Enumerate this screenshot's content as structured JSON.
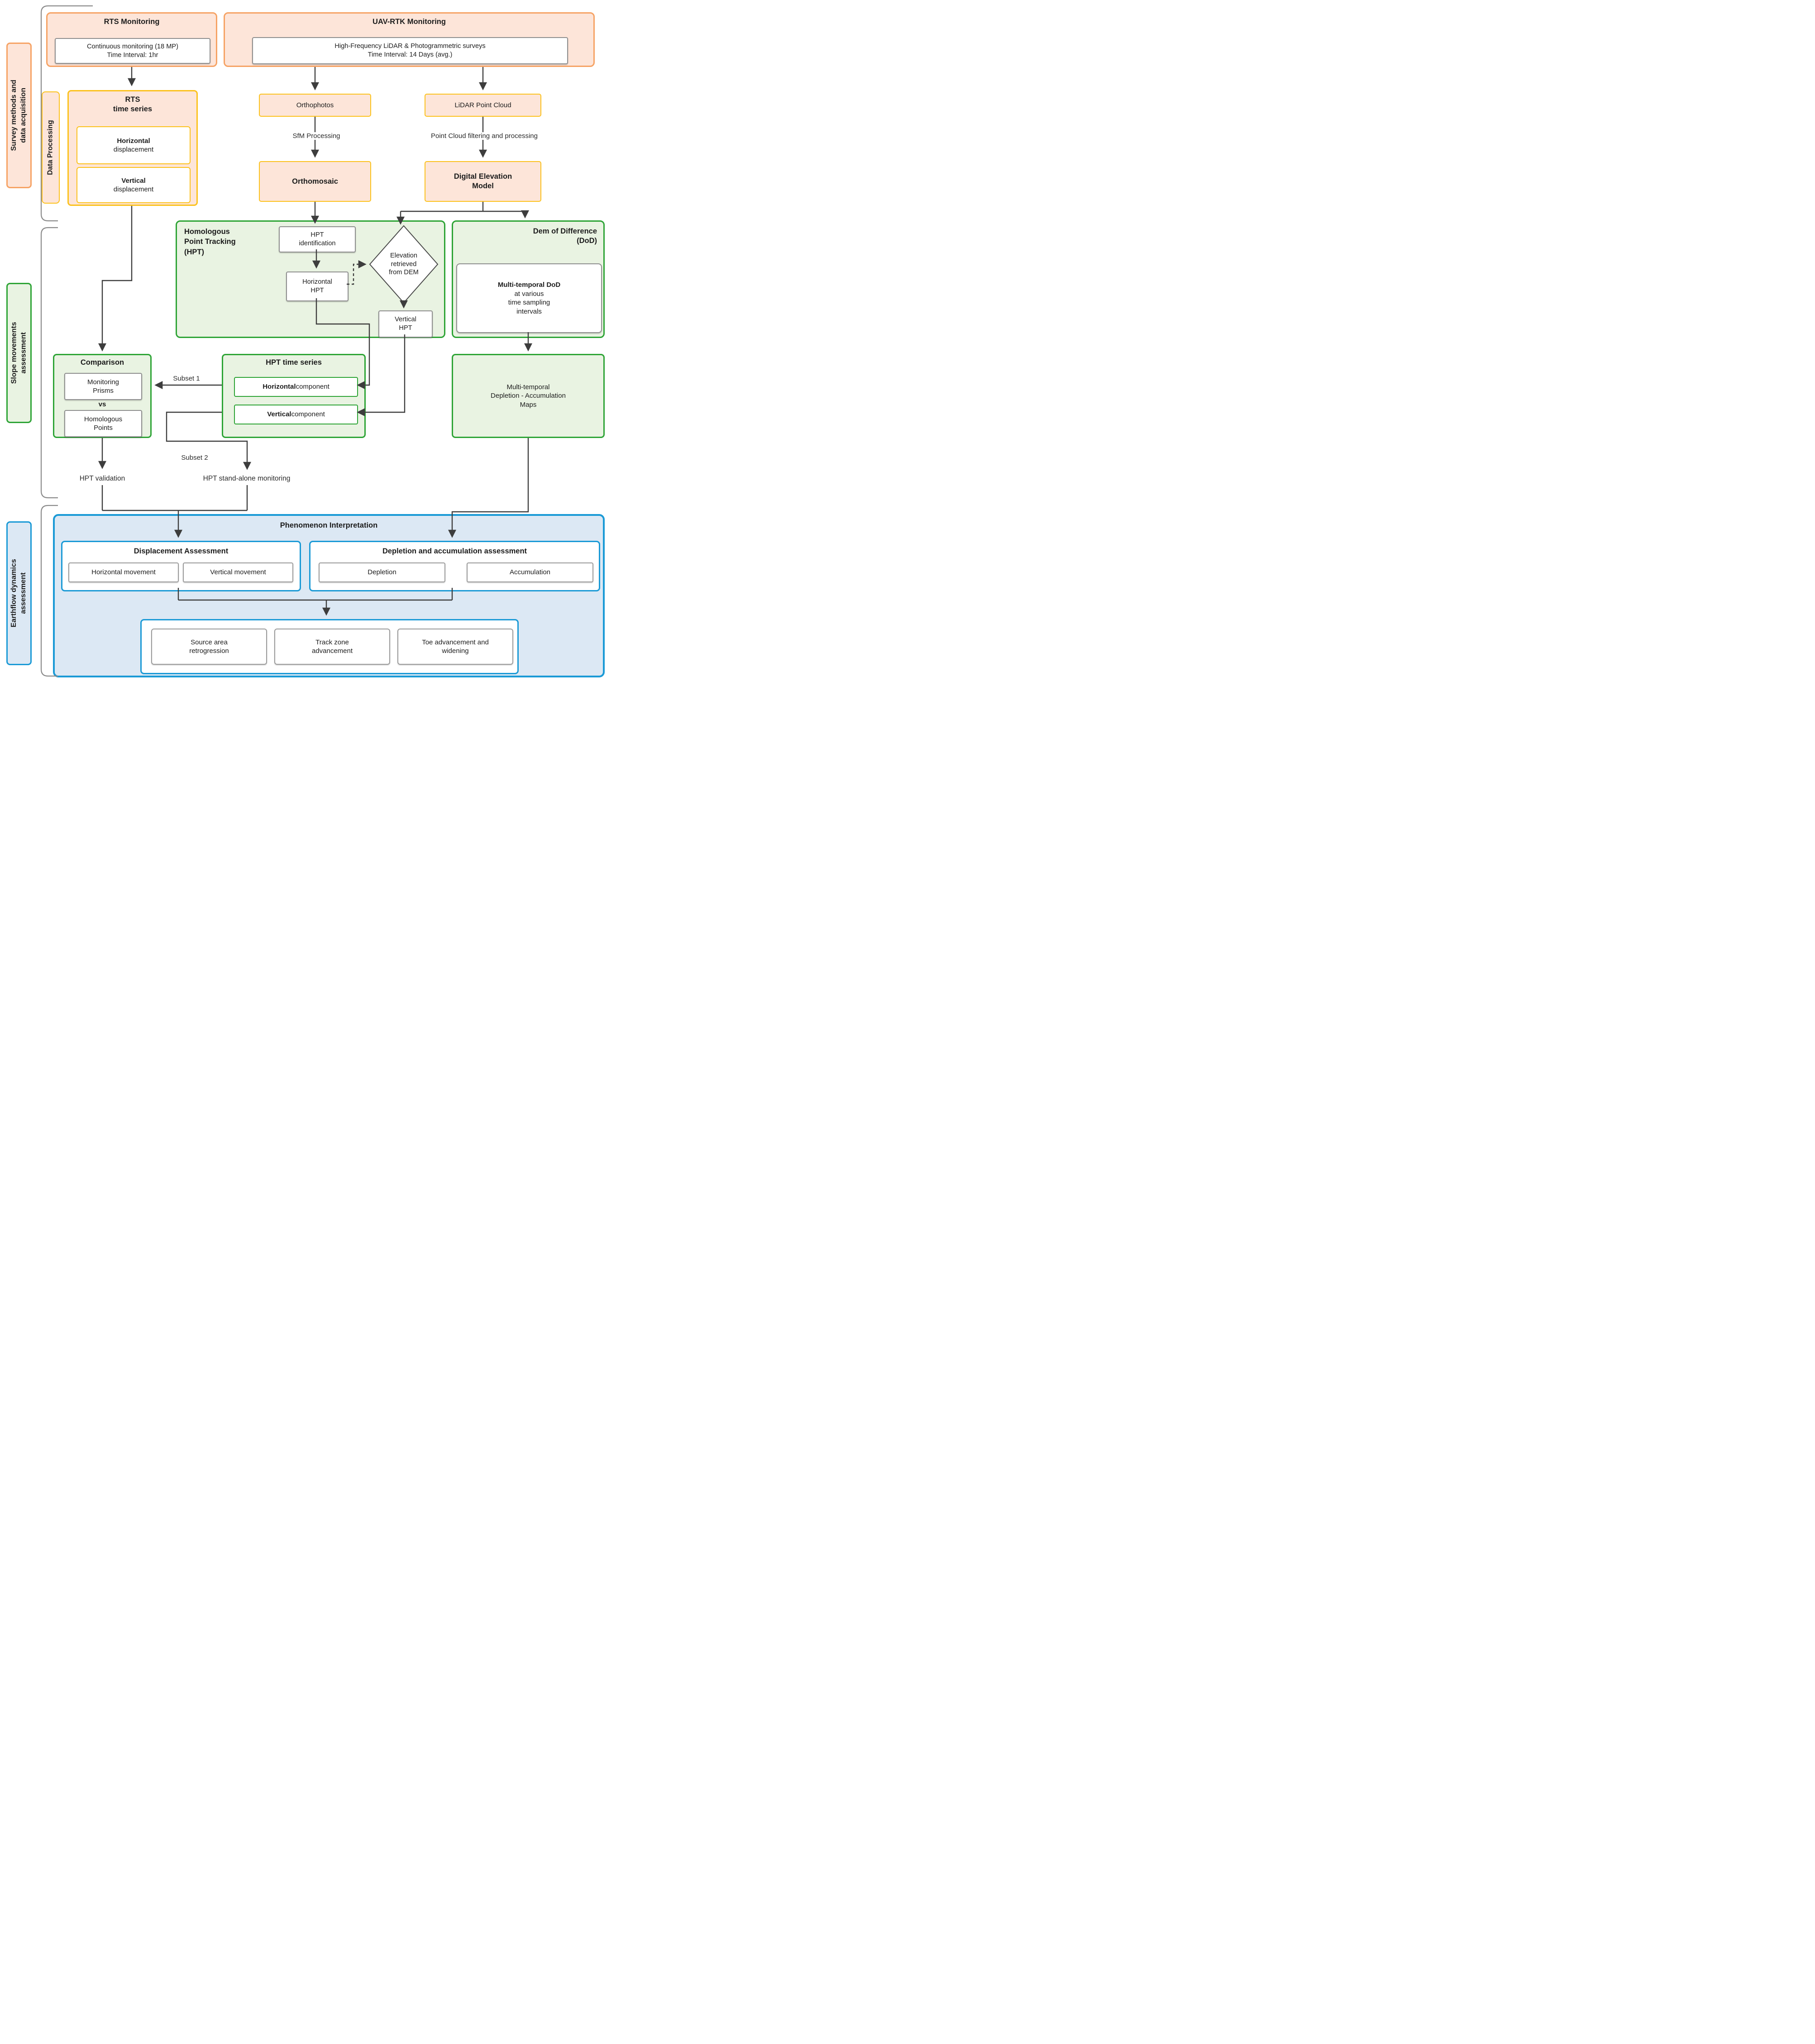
{
  "side_labels": {
    "survey": {
      "line1": "Survey methods and",
      "line2": "data acquisition"
    },
    "data_processing": "Data Processing",
    "slope": {
      "line1": "Slope movements",
      "line2": "assessment"
    },
    "earthflow": {
      "line1": "Earthflow dynamics",
      "line2": "assessment"
    }
  },
  "acquisition": {
    "rts": {
      "title": "RTS Monitoring",
      "detail_line1": "Continuous monitoring (18 MP)",
      "detail_line2": "Time Interval: 1hr"
    },
    "uav": {
      "title": "UAV-RTK Monitoring",
      "detail_line1": "High-Frequency LiDAR & Photogrammetric surveys",
      "detail_line2": "Time Interval: 14 Days (avg.)"
    }
  },
  "processing": {
    "rts_time_series": {
      "title_line1": "RTS",
      "title_line2": "time series",
      "horizontal_bold": "Horizontal",
      "horizontal_rest": "displacement",
      "vertical_bold": "Vertical",
      "vertical_rest": "displacement"
    },
    "orthophotos": "Orthophotos",
    "sfm_label": "SfM Processing",
    "orthomosaic": "Orthomosaic",
    "lidar": "LiDAR Point Cloud",
    "pc_label": "Point Cloud filtering and processing",
    "dem_line1": "Digital Elevation",
    "dem_line2": "Model"
  },
  "slope_assessment": {
    "hpt": {
      "title_line1": "Homologous",
      "title_line2": "Point Tracking",
      "title_line3": "(HPT)",
      "identification_line1": "HPT",
      "identification_line2": "identification",
      "horizontal_line1": "Horizontal",
      "horizontal_line2": "HPT",
      "diamond_line1": "Elevation",
      "diamond_line2": "retrieved",
      "diamond_line3": "from DEM",
      "vertical_line1": "Vertical",
      "vertical_line2": "HPT"
    },
    "dod": {
      "title_line1": "Dem of Difference",
      "title_line2": "(DoD)",
      "inner_bold": "Multi-temporal DoD",
      "inner_line2": "at various",
      "inner_line3": "time sampling",
      "inner_line4": "intervals"
    },
    "comparison": {
      "title": "Comparison",
      "prisms_line1": "Monitoring",
      "prisms_line2": "Prisms",
      "vs": "vs",
      "points_line1": "Homologous",
      "points_line2": "Points"
    },
    "hpt_time_series": {
      "title": "HPT time series",
      "horizontal_bold": "Horizontal",
      "horizontal_rest": " component",
      "vertical_bold": "Vertical",
      "vertical_rest": " component"
    },
    "maps_line1": "Multi-temporal",
    "maps_line2": "Depletion - Accumulation",
    "maps_line3": "Maps",
    "subset1": "Subset 1",
    "subset2": "Subset 2",
    "hpt_validation": "HPT validation",
    "hpt_standalone": "HPT stand-alone monitoring"
  },
  "interpretation": {
    "title": "Phenomenon Interpretation",
    "displacement": {
      "title": "Displacement Assessment",
      "horizontal": "Horizontal movement",
      "vertical": "Vertical movement"
    },
    "depletion_acc": {
      "title": "Depletion and accumulation assessment",
      "depletion": "Depletion",
      "accumulation": "Accumulation"
    },
    "outcomes": {
      "source_line1": "Source area",
      "source_line2": "retrogression",
      "track_line1": "Track zone",
      "track_line2": "advancement",
      "toe_line1": "Toe advancement and",
      "toe_line2": "widening"
    }
  },
  "colors": {
    "pink_fill": "#fde5d9",
    "orange_border": "#f6a365",
    "yellow_border": "#fcc21f",
    "green_fill": "#e9f3e2",
    "green_border": "#2ea436",
    "blue_fill": "#dce8f4",
    "blue_border": "#1b9ad6",
    "arrow": "#3d3d3d"
  }
}
